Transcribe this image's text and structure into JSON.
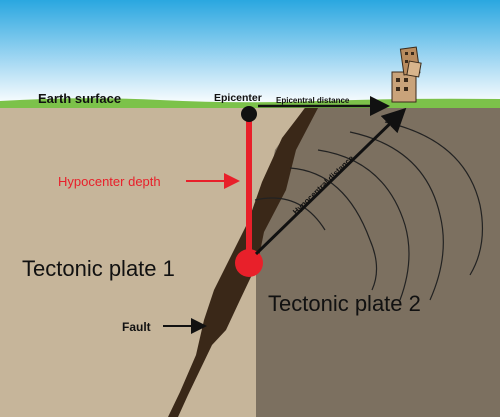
{
  "labels": {
    "earth_surface": "Earth surface",
    "epicenter": "Epicenter",
    "epicentral_distance": "Epicentral distance",
    "hypocentral_distance": "Hypocentral distance",
    "hypocenter_depth": "Hypocenter depth",
    "plate_1": "Tectonic plate 1",
    "plate_2": "Tectonic plate 2",
    "fault": "Fault"
  },
  "colors": {
    "sky_top": "#2aa7e0",
    "sky_bottom": "#ffffff",
    "grass": "#7cc24a",
    "plate_1": "#c6b59a",
    "plate_2": "#7c7060",
    "fault": "#3a2818",
    "depth_line": "#e8202a",
    "arrow": "#111111"
  },
  "icons": {
    "building": "building-icon"
  }
}
